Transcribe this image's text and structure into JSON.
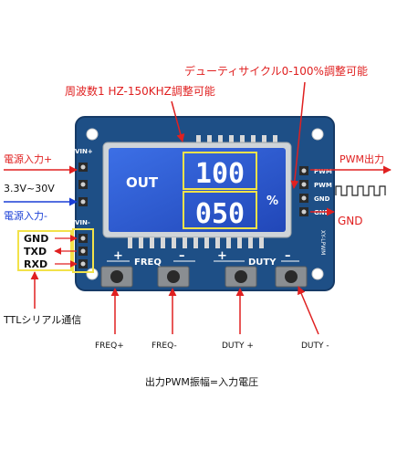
{
  "colors": {
    "annotation_red": "#e02020",
    "annotation_blue": "#1a3fd6",
    "board_blue": "#1e4f86",
    "lcd_blue": "#2d5fd8",
    "highlight_yellow": "#f2e24a"
  },
  "annotations": {
    "duty_range": "デューティサイクル0-100%調整可能",
    "freq_range": "周波数1 HZ-150KHZ調整可能",
    "power_plus": "電源入力+",
    "voltage_range": "3.3V~30V",
    "power_minus": "電源入力-",
    "pwm_output": "PWM出力",
    "gnd": "GND",
    "ttl_serial": "TTLシリアル通信",
    "pin_gnd": "GND",
    "pin_txd": "TXD",
    "pin_rxd": "RXD",
    "btn_freq_plus": "FREQ+",
    "btn_freq_minus": "FREQ-",
    "btn_duty_plus": "DUTY +",
    "btn_duty_minus": "DUTY -",
    "amplitude_note": "出力PWM振幅=入力電圧"
  },
  "board": {
    "vin_plus": "VIN+",
    "vin_minus": "VIN-",
    "lcd_out": "OUT",
    "lcd_top_value": "100",
    "lcd_bottom_value": "050",
    "lcd_percent": "%",
    "freq_label": "FREQ",
    "duty_label": "DUTY",
    "plus_sign": "+",
    "minus_sign": "–",
    "model": "XY-LPWM",
    "pin_pwm_1": "PWM",
    "pin_pwm_2": "PWM",
    "pin_gnd_1": "GND",
    "pin_gnd_2": "GND"
  },
  "icons": [
    "pwm-waveform-icon",
    "arrow-icon"
  ]
}
